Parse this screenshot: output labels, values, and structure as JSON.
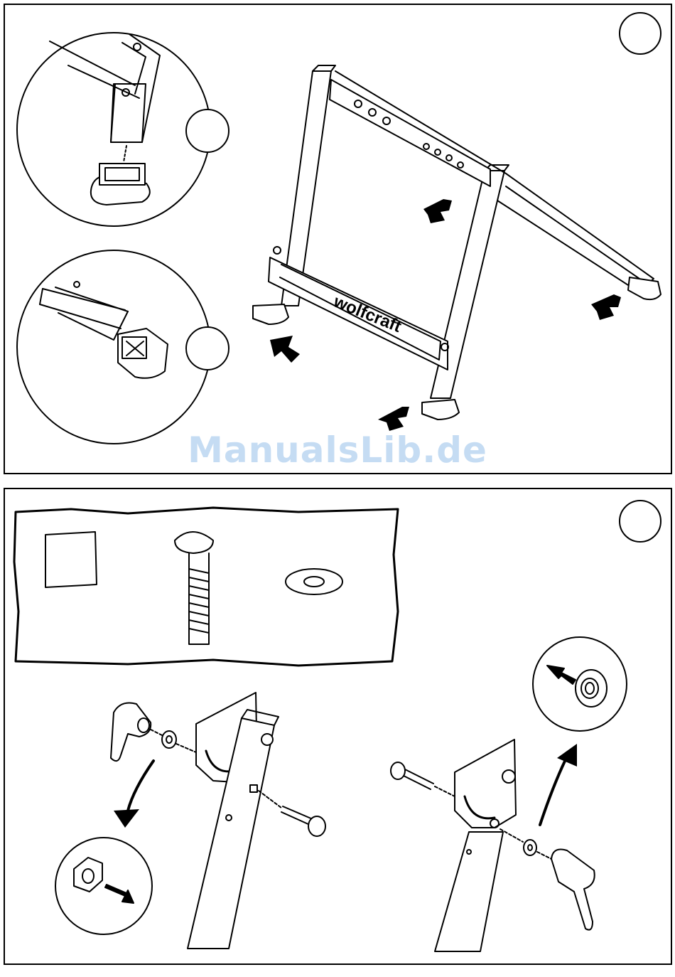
{
  "brand": {
    "logo_text": "wolfcraft"
  },
  "watermark": {
    "text": "ManualsLib.de"
  },
  "colors": {
    "line": "#000000",
    "watermark": "#c5dcf3",
    "paper": "#ffffff"
  },
  "icons": {
    "arrow": "arrow-icon",
    "step_marker": "step-circle"
  }
}
